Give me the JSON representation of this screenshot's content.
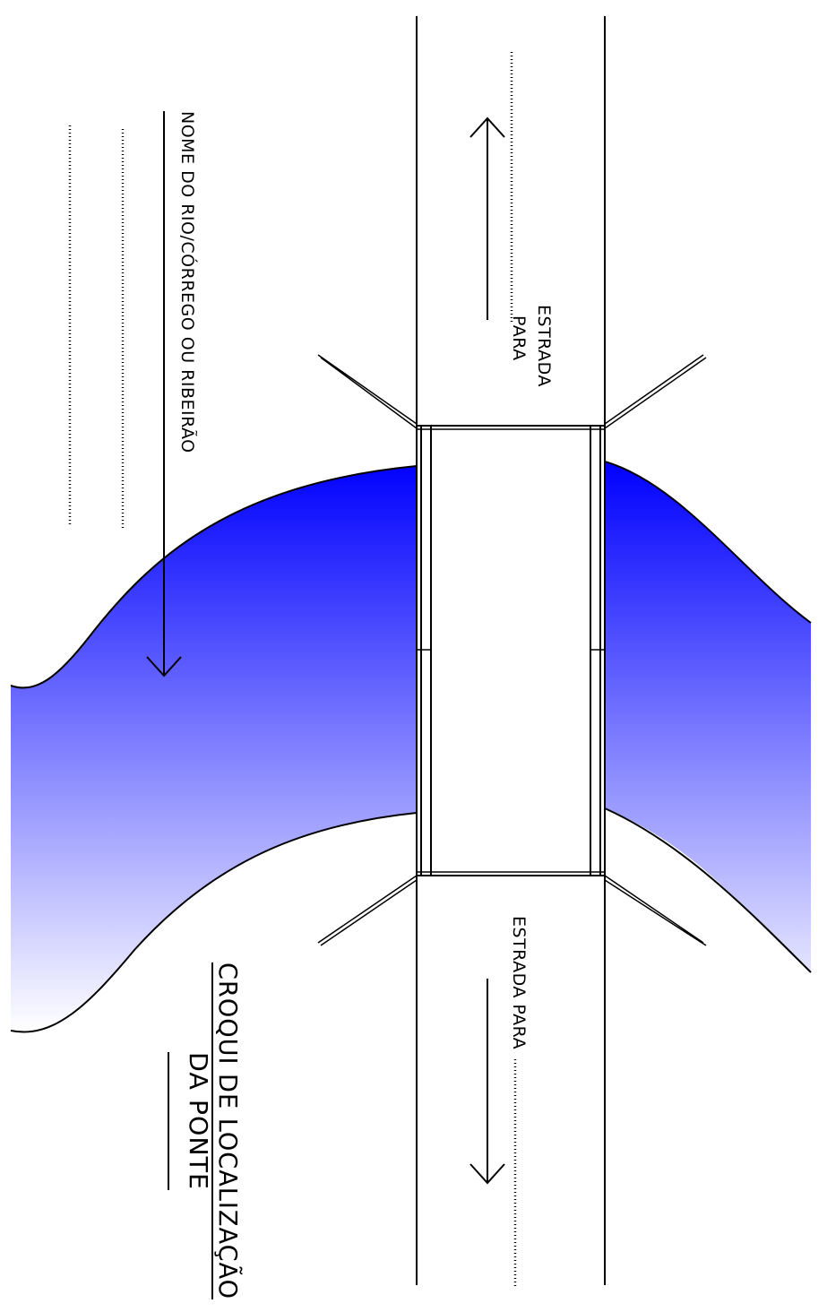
{
  "labels": {
    "road_top_line1": "ESTRADA",
    "road_top_line2": "PARA",
    "road_bottom": "ESTRADA PARA",
    "river_name": "NOME DO RIO/CÓRREGO OU RIBEIRÃO",
    "title_line1": "CROQUI DE LOCALIZAÇÃO",
    "title_line2": "DA PONTE"
  },
  "colors": {
    "river_dark": "#0000ff",
    "river_light": "#ffffff",
    "line": "#000000"
  },
  "icons": [
    "arrow-up-icon",
    "arrow-down-icon",
    "arrow-down-icon"
  ]
}
